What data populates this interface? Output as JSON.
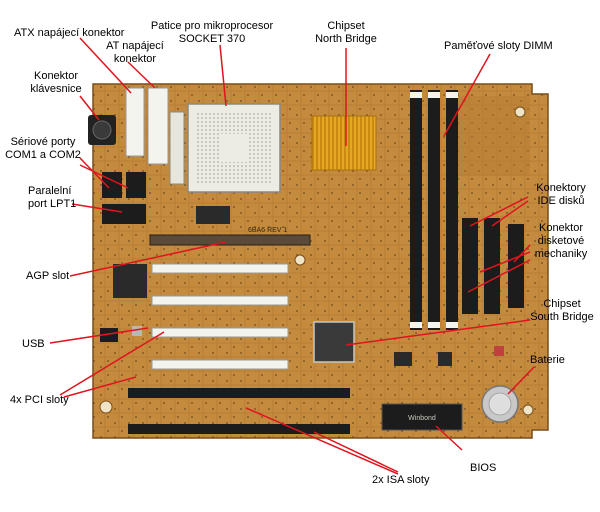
{
  "labels": {
    "atx": "ATX napájecí konektor",
    "at_l1": "AT napájecí",
    "at_l2": "konektor",
    "socket_l1": "Patice pro mikroprocesor",
    "socket_l2": "SOCKET 370",
    "nb_l1": "Chipset",
    "nb_l2": "North Bridge",
    "dimm": "Paměťové sloty DIMM",
    "kbd_l1": "Konektor",
    "kbd_l2": "klávesnice",
    "com_l1": "Sériové porty",
    "com_l2": "COM1 a COM2",
    "lpt_l1": "Paralelní",
    "lpt_l2": "port LPT1",
    "ide_l1": "Konektory",
    "ide_l2": "IDE disků",
    "fdd_l1": "Konektor",
    "fdd_l2": "disketové",
    "fdd_l3": "mechaniky",
    "agp": "AGP slot",
    "sb_l1": "Chipset",
    "sb_l2": "South Bridge",
    "usb": "USB",
    "baterie": "Baterie",
    "pci": "4x PCI sloty",
    "isa": "2x ISA sloty",
    "bios": "BIOS"
  },
  "board_text": {
    "bios_chip": "Winbond",
    "model": "6BA6 REV 1"
  },
  "colors": {
    "pcb": "#c48a3e",
    "pcb_dark": "#8a5a22",
    "slot_white": "#f4f4ee",
    "slot_black": "#1c1c1c",
    "heatsink": "#e6a822",
    "line": "#e0141e"
  }
}
